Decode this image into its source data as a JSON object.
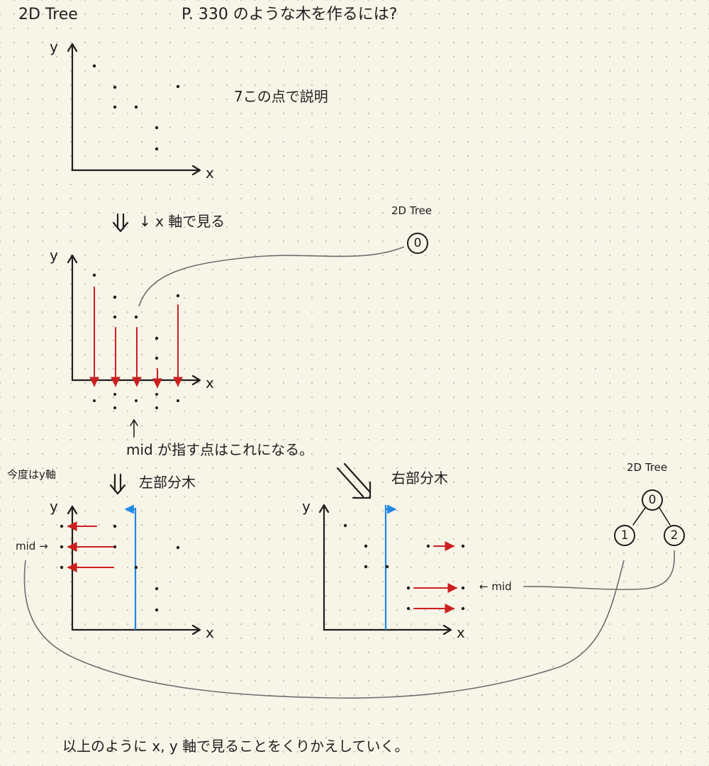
{
  "title": "2D Tree",
  "question": "P. 330 のような木を作るには?",
  "points_note": "7この点で説明",
  "axis": {
    "x": "x",
    "y": "y"
  },
  "step1": "↓  x 軸で見る",
  "step1_tree_label": "2D Tree",
  "mid_note": "mid が指す点はこれになる。",
  "now_y_axis": "今度はy軸",
  "left_subtree": "左部分木",
  "right_subtree": "右部分木",
  "mid_label_left": "mid →",
  "mid_label_right": "← mid",
  "tree_label_2": "2D Tree",
  "nodes": {
    "root": "0",
    "left": "1",
    "right": "2"
  },
  "footer": "以上のように x, y 軸で見ることをくりかえしていく。"
}
